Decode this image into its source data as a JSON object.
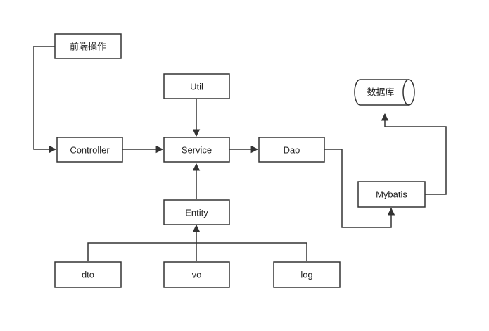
{
  "nodes": {
    "frontend": "前端操作",
    "controller": "Controller",
    "util": "Util",
    "service": "Service",
    "dao": "Dao",
    "database": "数据库",
    "mybatis": "Mybatis",
    "entity": "Entity",
    "dto": "dto",
    "vo": "vo",
    "log": "log"
  }
}
